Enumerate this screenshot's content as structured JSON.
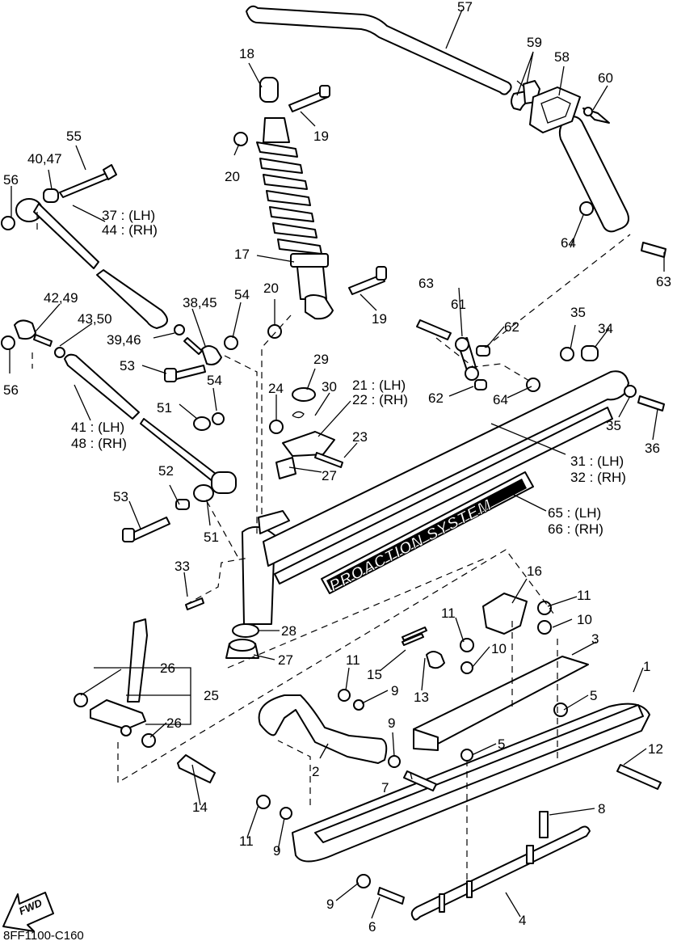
{
  "diagram": {
    "banner_text": "PROACTION SYSTEM",
    "direction_label": "FWD",
    "drawing_code": "8FF1100-C160",
    "callouts": {
      "c1": "1",
      "c2": "2",
      "c3": "3",
      "c4": "4",
      "c5a": "5",
      "c5b": "5",
      "c6": "6",
      "c7": "7",
      "c8": "8",
      "c9a": "9",
      "c9b": "9",
      "c9c": "9",
      "c9d": "9",
      "c10a": "10",
      "c10b": "10",
      "c11a": "11",
      "c11b": "11",
      "c11c": "11",
      "c11d": "11",
      "c12": "12",
      "c13": "13",
      "c14": "14",
      "c15": "15",
      "c16": "16",
      "c17": "17",
      "c18": "18",
      "c19a": "19",
      "c19b": "19",
      "c20a": "20",
      "c20b": "20",
      "c21_22a": "21 : (LH)",
      "c21_22b": "22 : (RH)",
      "c23": "23",
      "c24": "24",
      "c25": "25",
      "c26a": "26",
      "c26b": "26",
      "c27a": "27",
      "c27b": "27",
      "c28": "28",
      "c29": "29",
      "c30": "30",
      "c31_32a": "31 : (LH)",
      "c31_32b": "32 : (RH)",
      "c33": "33",
      "c34": "34",
      "c35a": "35",
      "c35b": "35",
      "c36": "36",
      "c37_44a": "37 : (LH)",
      "c37_44b": "44 : (RH)",
      "c38_45": "38,45",
      "c39_46": "39,46",
      "c40_47": "40,47",
      "c41_48a": "41 : (LH)",
      "c41_48b": "48 : (RH)",
      "c42_49": "42,49",
      "c43_50": "43,50",
      "c51a": "51",
      "c51b": "51",
      "c52": "52",
      "c53a": "53",
      "c53b": "53",
      "c54a": "54",
      "c54b": "54",
      "c55": "55",
      "c56a": "56",
      "c56b": "56",
      "c57": "57",
      "c58": "58",
      "c59": "59",
      "c60": "60",
      "c61": "61",
      "c62a": "62",
      "c62b": "62",
      "c63a": "63",
      "c63b": "63",
      "c64a": "64",
      "c64b": "64",
      "c65_66a": "65 : (LH)",
      "c65_66b": "66 : (RH)"
    }
  }
}
